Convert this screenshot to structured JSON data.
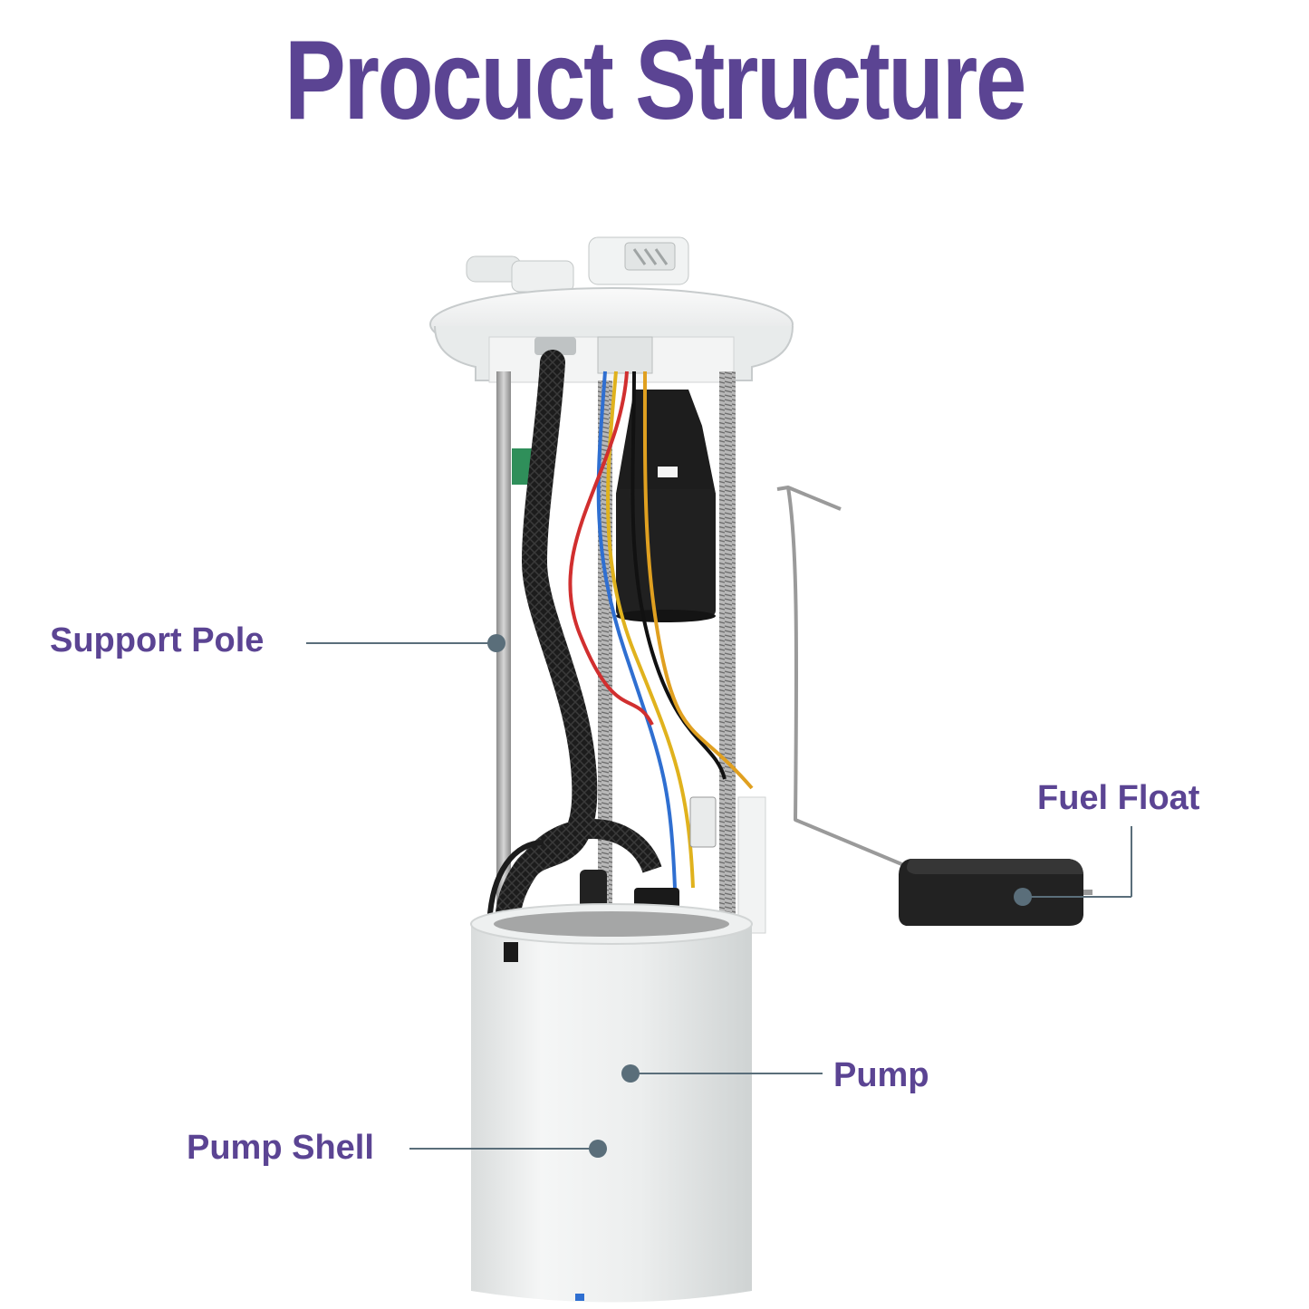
{
  "title": "Procuct Structure",
  "labels": {
    "support_pole": "Support Pole",
    "fuel_float": "Fuel Float",
    "pump": "Pump",
    "pump_shell": "Pump Shell"
  },
  "colors": {
    "title": "#5b4493",
    "label": "#5b4493",
    "leader": "#5a6e7a"
  }
}
